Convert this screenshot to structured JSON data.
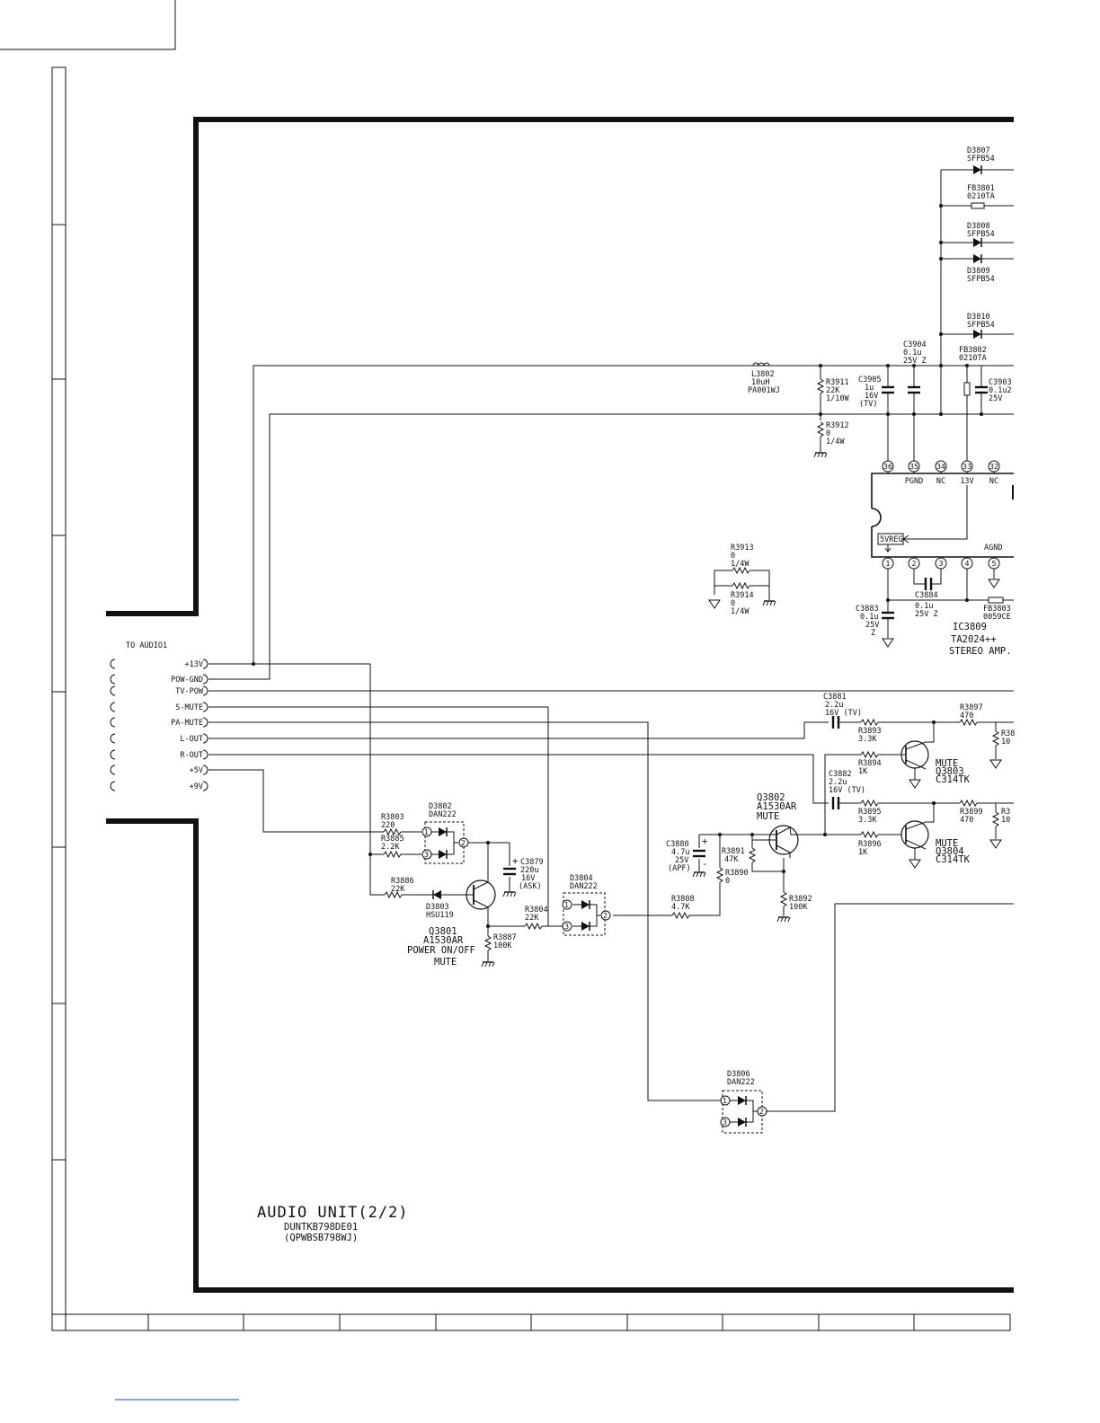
{
  "sheet": {
    "title": "AUDIO UNIT(2/2)",
    "part_number": "DUNTKB798DE01",
    "pwb_number": "(QPWBSB798WJ)"
  },
  "connector": {
    "title": "TO AUDIO1",
    "pins": [
      "+13V",
      "POW-GND",
      "TV-POW",
      "S-MUTE",
      "PA-MUTE",
      "L-OUT",
      "R-OUT",
      "+5V",
      "+9V"
    ]
  },
  "ic": {
    "ref": "IC3809",
    "part": "TA2024++",
    "desc": "STEREO AMP.",
    "top_pins": [
      {
        "num": "36",
        "name": ""
      },
      {
        "num": "35",
        "name": "PGND"
      },
      {
        "num": "34",
        "name": "NC"
      },
      {
        "num": "33",
        "name": "13V"
      },
      {
        "num": "32",
        "name": "NC"
      }
    ],
    "bottom_pins": [
      "1",
      "2",
      "3",
      "4",
      "5"
    ],
    "inner_labels": {
      "vreg": "5VREG",
      "agnd": "AGND"
    }
  },
  "diodes_top": [
    {
      "ref": "D3807",
      "val": "SFPB54"
    },
    {
      "ref": "FB3801",
      "val": "0210TA"
    },
    {
      "ref": "D3808",
      "val": "SFPB54"
    },
    {
      "ref": "D3809",
      "val": "SFPB54"
    },
    {
      "ref": "D3810",
      "val": "SFPB54"
    },
    {
      "ref": "FB3802",
      "val": "0210TA"
    }
  ],
  "supply": {
    "c3904": [
      "C3904",
      "0.1u",
      "25V Z"
    ],
    "l3802": [
      "L3802",
      "10uH",
      "PA001WJ"
    ],
    "r3911": [
      "R3911",
      "22K",
      "1/10W"
    ],
    "c3905": [
      "C3905",
      "1u",
      "16V",
      "(TV)"
    ],
    "c3903": [
      "C3903",
      "0.1u2",
      "25V"
    ],
    "r3912": [
      "R3912",
      "0",
      "1/4W"
    ]
  },
  "misc": {
    "r3913": [
      "R3913",
      "0",
      "1/4W"
    ],
    "r3914": [
      "R3914",
      "0",
      "1/4W"
    ],
    "c3883": [
      "C3883",
      "0.1u",
      "25V",
      "Z"
    ],
    "c3884": [
      "C3884",
      "0.1u",
      "25V Z"
    ],
    "fb3803": [
      "FB3803",
      "0059CE"
    ]
  },
  "audio_path": {
    "c3881": [
      "C3881",
      "2.2u",
      "16V (TV)"
    ],
    "r3893": [
      "R3893",
      "3.3K"
    ],
    "r3894": [
      "R3894",
      "1K"
    ],
    "r3897": [
      "R3897",
      "470"
    ],
    "r38xx_a": [
      "R38",
      "10"
    ],
    "q3803": [
      "MUTE",
      "Q3803",
      "C314TK"
    ],
    "c3882": [
      "C3882",
      "2.2u",
      "16V (TV)"
    ],
    "r3895": [
      "R3895",
      "3.3K"
    ],
    "r3896": [
      "R3896",
      "1K"
    ],
    "r3899": [
      "R3899",
      "470"
    ],
    "r38xx_b": [
      "R3",
      "10"
    ],
    "q3804": [
      "MUTE",
      "Q3804",
      "C314TK"
    ]
  },
  "mute_ctrl": {
    "q3802": [
      "Q3802",
      "A1530AR",
      "MUTE"
    ],
    "c3880": [
      "C3880",
      "4.7u",
      "25V",
      "(APF)"
    ],
    "r3891": [
      "R3891",
      "47K"
    ],
    "r3890": [
      "R3890",
      "0"
    ],
    "r3892": [
      "R3892",
      "100K"
    ],
    "r3808": [
      "R3808",
      "4.7K"
    ]
  },
  "power_mute": {
    "r3803": [
      "R3803",
      "220"
    ],
    "r3885": [
      "R3885",
      "2.2K"
    ],
    "d3802": [
      "D3802",
      "DAN222"
    ],
    "c3879": [
      "C3879",
      "220u",
      "16V",
      "(ASK)"
    ],
    "r3886": [
      "R3886",
      "22K"
    ],
    "d3803": [
      "D3803",
      "HSU119"
    ],
    "q3801": [
      "Q3801",
      "A1530AR",
      "POWER ON/OFF",
      "MUTE"
    ],
    "r3887": [
      "R3887",
      "100K"
    ],
    "r3804": [
      "R3804",
      "22K"
    ],
    "d3804": [
      "D3804",
      "DAN222"
    ],
    "d3806": [
      "D3806",
      "DAN222"
    ]
  },
  "diode_pins": [
    "1",
    "2",
    "3"
  ]
}
